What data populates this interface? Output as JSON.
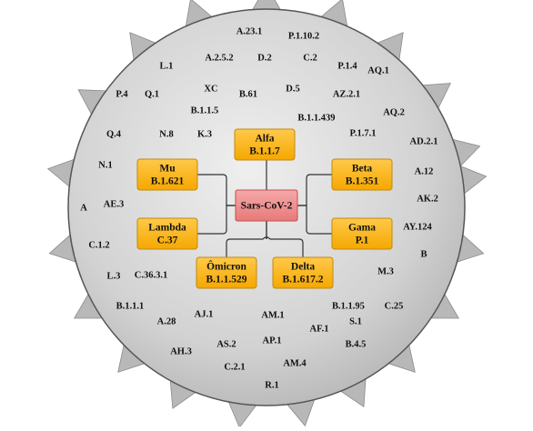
{
  "center": {
    "label": "Sars-CoV-2",
    "fill": "#f08c8c",
    "stroke": "#c05050"
  },
  "variant_style": {
    "fill": "#ffb81c",
    "stroke": "#c08a10"
  },
  "variants": [
    {
      "name": "Alfa",
      "lineage": "B.1.1.7"
    },
    {
      "name": "Beta",
      "lineage": "B.1.351"
    },
    {
      "name": "Gama",
      "lineage": "P.1"
    },
    {
      "name": "Delta",
      "lineage": "B.1.617.2"
    },
    {
      "name": "Ômicron",
      "lineage": "B.1.1.529"
    },
    {
      "name": "Lambda",
      "lineage": "C.37"
    },
    {
      "name": "Mu",
      "lineage": "B.1.621"
    }
  ],
  "lineages": [
    "A.23.1",
    "P.1.10.2",
    "L.1",
    "A.2.5.2",
    "D.2",
    "C.2",
    "P.1.4",
    "AQ.1",
    "P.4",
    "Q.1",
    "XC",
    "B.61",
    "D.5",
    "AZ.2.1",
    "B.1.1.5",
    "B.1.1.439",
    "AQ.2",
    "Q.4",
    "N.8",
    "K.3",
    "P.1.7.1",
    "AD.2.1",
    "N.1",
    "A.12",
    "AE.3",
    "AK.2",
    "A",
    "AY.124",
    "C.1.2",
    "B",
    "L.3",
    "C.36.3.1",
    "M.3",
    "B.1.1.1",
    "B.1.1.95",
    "C.25",
    "AJ.1",
    "AM.1",
    "A.28",
    "S.1",
    "AF.1",
    "AH.3",
    "AS.2",
    "AP.1",
    "B.4.5",
    "C.2.1",
    "AM.4",
    "R.1"
  ],
  "colors": {
    "sphere": "#d4d4d4",
    "spike": "#b8b8b8",
    "outline": "#555555",
    "connector": "#333333"
  }
}
